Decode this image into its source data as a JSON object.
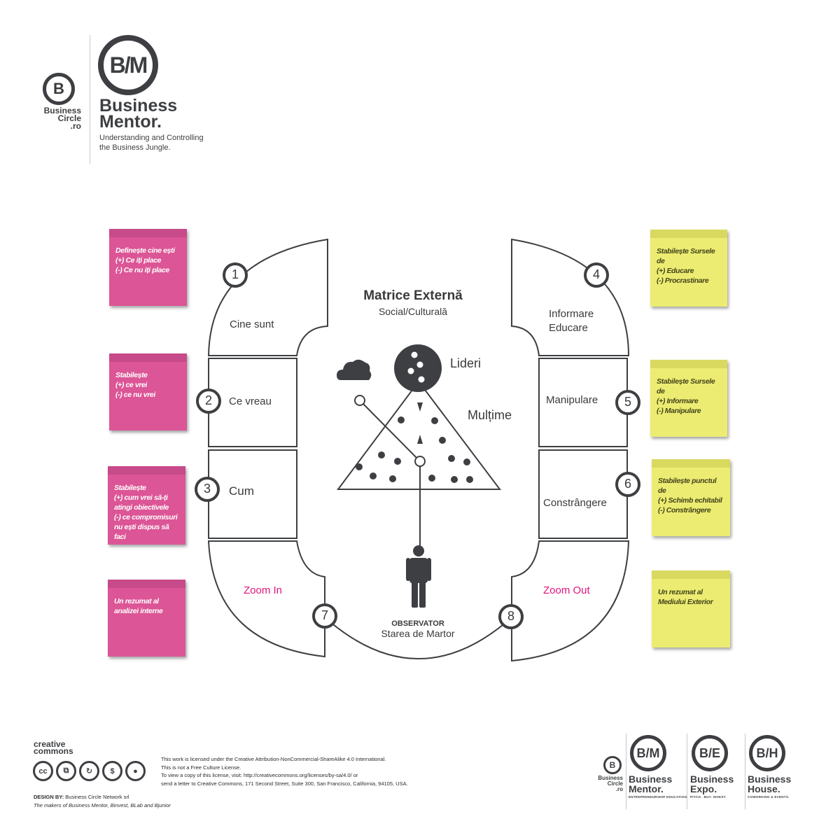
{
  "header": {
    "bc_logo": {
      "letter": "B",
      "lines": [
        "Business",
        "Circle",
        ".ro"
      ]
    },
    "bm_logo": {
      "mark": "B/M",
      "name_line1": "Business",
      "name_line2": "Mentor.",
      "tagline_line1": "Understanding and Controlling",
      "tagline_line2": "the Business Jungle."
    }
  },
  "diagram": {
    "title": "Matrice Externă",
    "subtitle": "Social/Culturală",
    "leaders_label": "Lideri",
    "crowd_label": "Mulțime",
    "observer_title": "OBSERVATOR",
    "observer_subtitle": "Starea de Martor",
    "left_sections": [
      {
        "number": "1",
        "label": "Cine sunt"
      },
      {
        "number": "2",
        "label": "Ce vreau"
      },
      {
        "number": "3",
        "label": "Cum"
      },
      {
        "number": "7",
        "label": "Zoom In"
      }
    ],
    "right_sections": [
      {
        "number": "4",
        "label_line1": "Informare",
        "label_line2": "Educare"
      },
      {
        "number": "5",
        "label": "Manipulare"
      },
      {
        "number": "6",
        "label": "Constrângere"
      },
      {
        "number": "8",
        "label": "Zoom Out"
      }
    ]
  },
  "notes_left": [
    {
      "text": "Definește cine ești\n(+) Ce iți place\n(-) Ce nu iți place"
    },
    {
      "text": "Stabilește\n(+) ce vrei\n(-) ce nu vrei"
    },
    {
      "text": "Stabilește\n(+) cum vrei să-ți\natingi obiectivele\n(-) ce  compromisuri\nnu  ești dispus să faci"
    },
    {
      "text": "Un rezumat al\nanalizei interne"
    }
  ],
  "notes_right": [
    {
      "text": "Stabilește Sursele de\n(+) Educare\n(-) Procrastinare"
    },
    {
      "text": "Stabilește Sursele de\n(+) Informare\n(-) Manipulare"
    },
    {
      "text": "Stabilește punctul de\n(+) Schimb echitabil\n(-) Constrângere"
    },
    {
      "text": "Un rezumat al\nMediului Exterior"
    }
  ],
  "colors": {
    "pink_note": "#dc5596",
    "yellow_note": "#ecec72",
    "zoom_text": "#e0157d",
    "line": "#3d3f42"
  },
  "footer": {
    "cc_word_line1": "creative",
    "cc_word_line2": "commons",
    "license_lines": [
      "This work is licensed under the Creative Attribution-NonCommercial-ShareAlike 4.0 International.",
      "This is not a Free Culture License.",
      "To view a copy of this license, visit: http://creativecommons.org/licenses/by-sa/4.0/ or",
      "send a letter to Creative Commons, 171 Second Street, Suite 300, San Francisco, California, 94105, USA."
    ],
    "design_by_label": "DESIGN BY:",
    "design_by_value": "Business Circle Network srl",
    "makers": "The makers of Business Mentor, Binvest, BLab and Bjunior",
    "brands": [
      {
        "mark": "B/M",
        "name1": "Business",
        "name2": "Mentor.",
        "slogan": "ENTREPRENEURSHIP EDUCATION."
      },
      {
        "mark": "B/E",
        "name1": "Business",
        "name2": "Expo.",
        "slogan": "PITCH . BUY. INVEST."
      },
      {
        "mark": "B/H",
        "name1": "Business",
        "name2": "House.",
        "slogan": "COWORKING & EVENTS."
      }
    ]
  }
}
